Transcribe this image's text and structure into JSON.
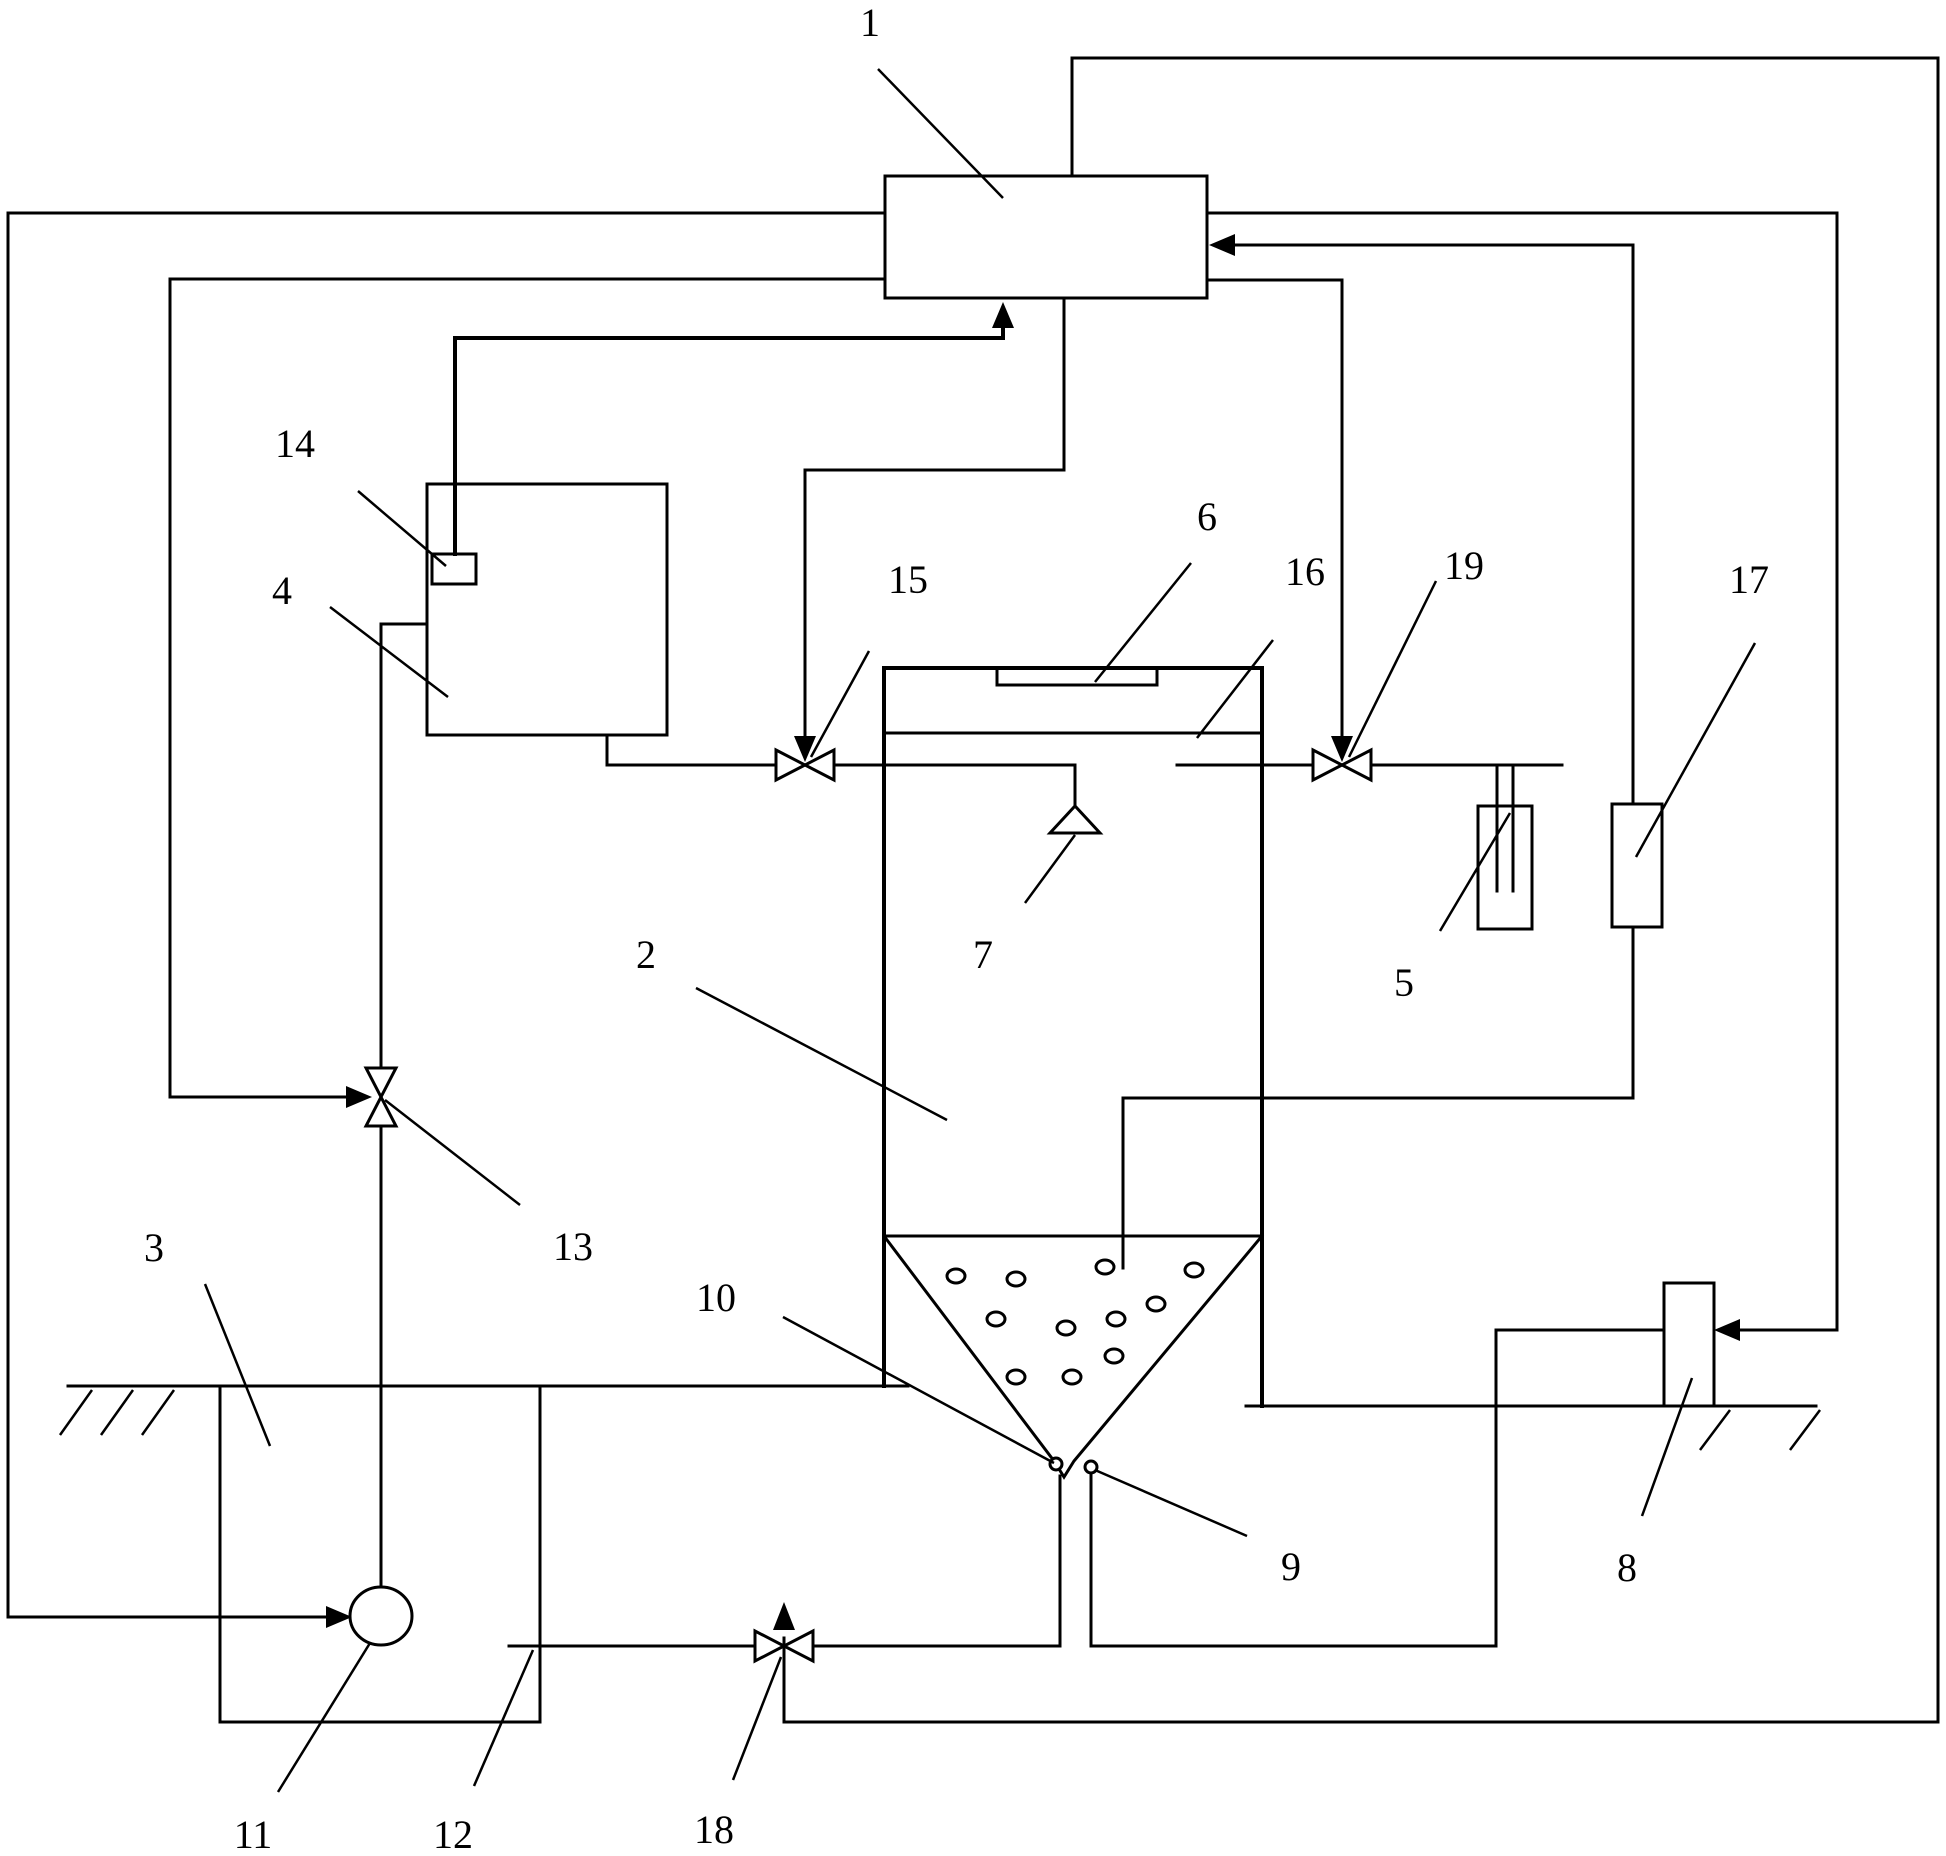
{
  "diagram": {
    "labels": {
      "controller": "1",
      "reactor": "2",
      "sump": "3",
      "tank": "4",
      "sensor_5": "5",
      "component_6": "6",
      "spray_nozzle": "7",
      "meter_8": "8",
      "port_9": "9",
      "port_10": "10",
      "pump": "11",
      "pipe_12": "12",
      "valve_13": "13",
      "level_sensor": "14",
      "valve_15": "15",
      "component_16": "16",
      "sensor_17": "17",
      "valve_18": "18",
      "valve_19": "19"
    }
  },
  "colors": {
    "stroke": "#000000",
    "background": "#ffffff"
  }
}
